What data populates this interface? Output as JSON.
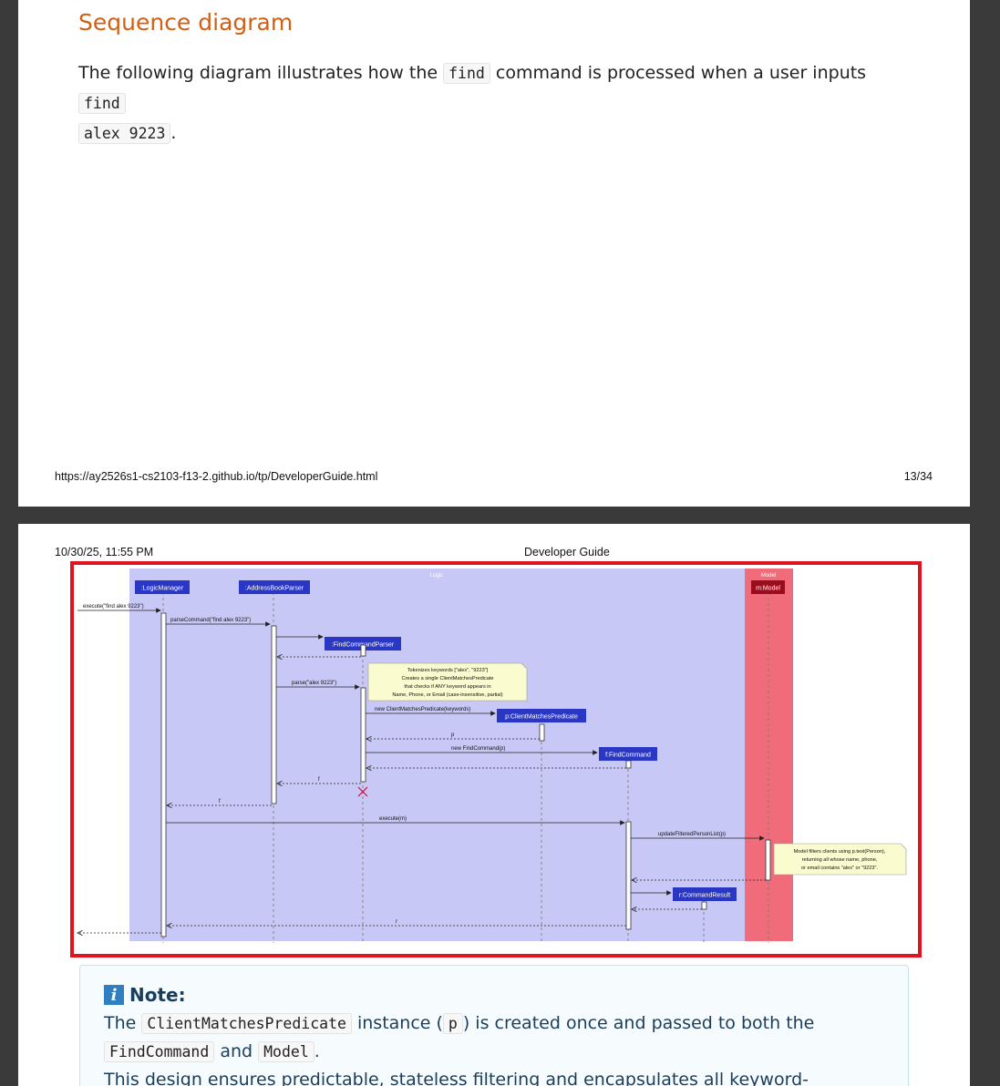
{
  "page1": {
    "heading": "Sequence diagram",
    "para_text1": "The following diagram illustrates how the ",
    "para_code1": "find",
    "para_text2": " command is processed when a user inputs ",
    "para_code2": "find",
    "para_code3": "alex 9223",
    "para_text3": ".",
    "footer_url": "https://ay2526s1-cs2103-f13-2.github.io/tp/DeveloperGuide.html",
    "footer_page": "13/34"
  },
  "page2": {
    "header_date": "10/30/25, 11:55 PM",
    "header_title": "Developer Guide"
  },
  "diagram": {
    "logic_label": "Logic",
    "model_label": "Model",
    "participants": [
      ":LogicManager",
      ":AddressBookParser",
      ":FindCommandParser",
      "p:ClientMatchesPredicate",
      "f:FindCommand",
      "m:Model",
      "r:CommandResult"
    ],
    "messages": {
      "m1": "execute(\"find alex 9223\")",
      "m2": "parseCommand(\"find alex 9223\")",
      "m3": "parse(\"alex 9223\")",
      "m4": "new ClientMatchesPredicate(keywords)",
      "m5": "p",
      "m6": "new FindCommand(p)",
      "m7": "f",
      "m8": "f",
      "m9": "execute(m)",
      "m10": "updateFilteredPersonList(p)",
      "m11": "r"
    },
    "note1": [
      "Tokenizes keywords [\"alex\", \"9223\"]",
      "Creates a single ClientMatchesPredicate",
      "that checks if ANY keyword appears in",
      "Name, Phone, or Email (case-insensitive, partial)"
    ],
    "note2": [
      "Model filters clients using p.test(Person),",
      "returning all whose name, phone,",
      "or email contains \"alex\" or \"9223\"."
    ]
  },
  "note_box": {
    "title": "Note:",
    "icon": "info-icon",
    "t1": "The ",
    "c1": "ClientMatchesPredicate",
    "t2": " instance (",
    "c2": "p",
    "t3": ") is created once and passed to both the ",
    "c3": "FindCommand",
    "t4": " and ",
    "c4": "Model",
    "t5": ".",
    "line3": "This design ensures predictable, stateless filtering and encapsulates all keyword-matching"
  }
}
